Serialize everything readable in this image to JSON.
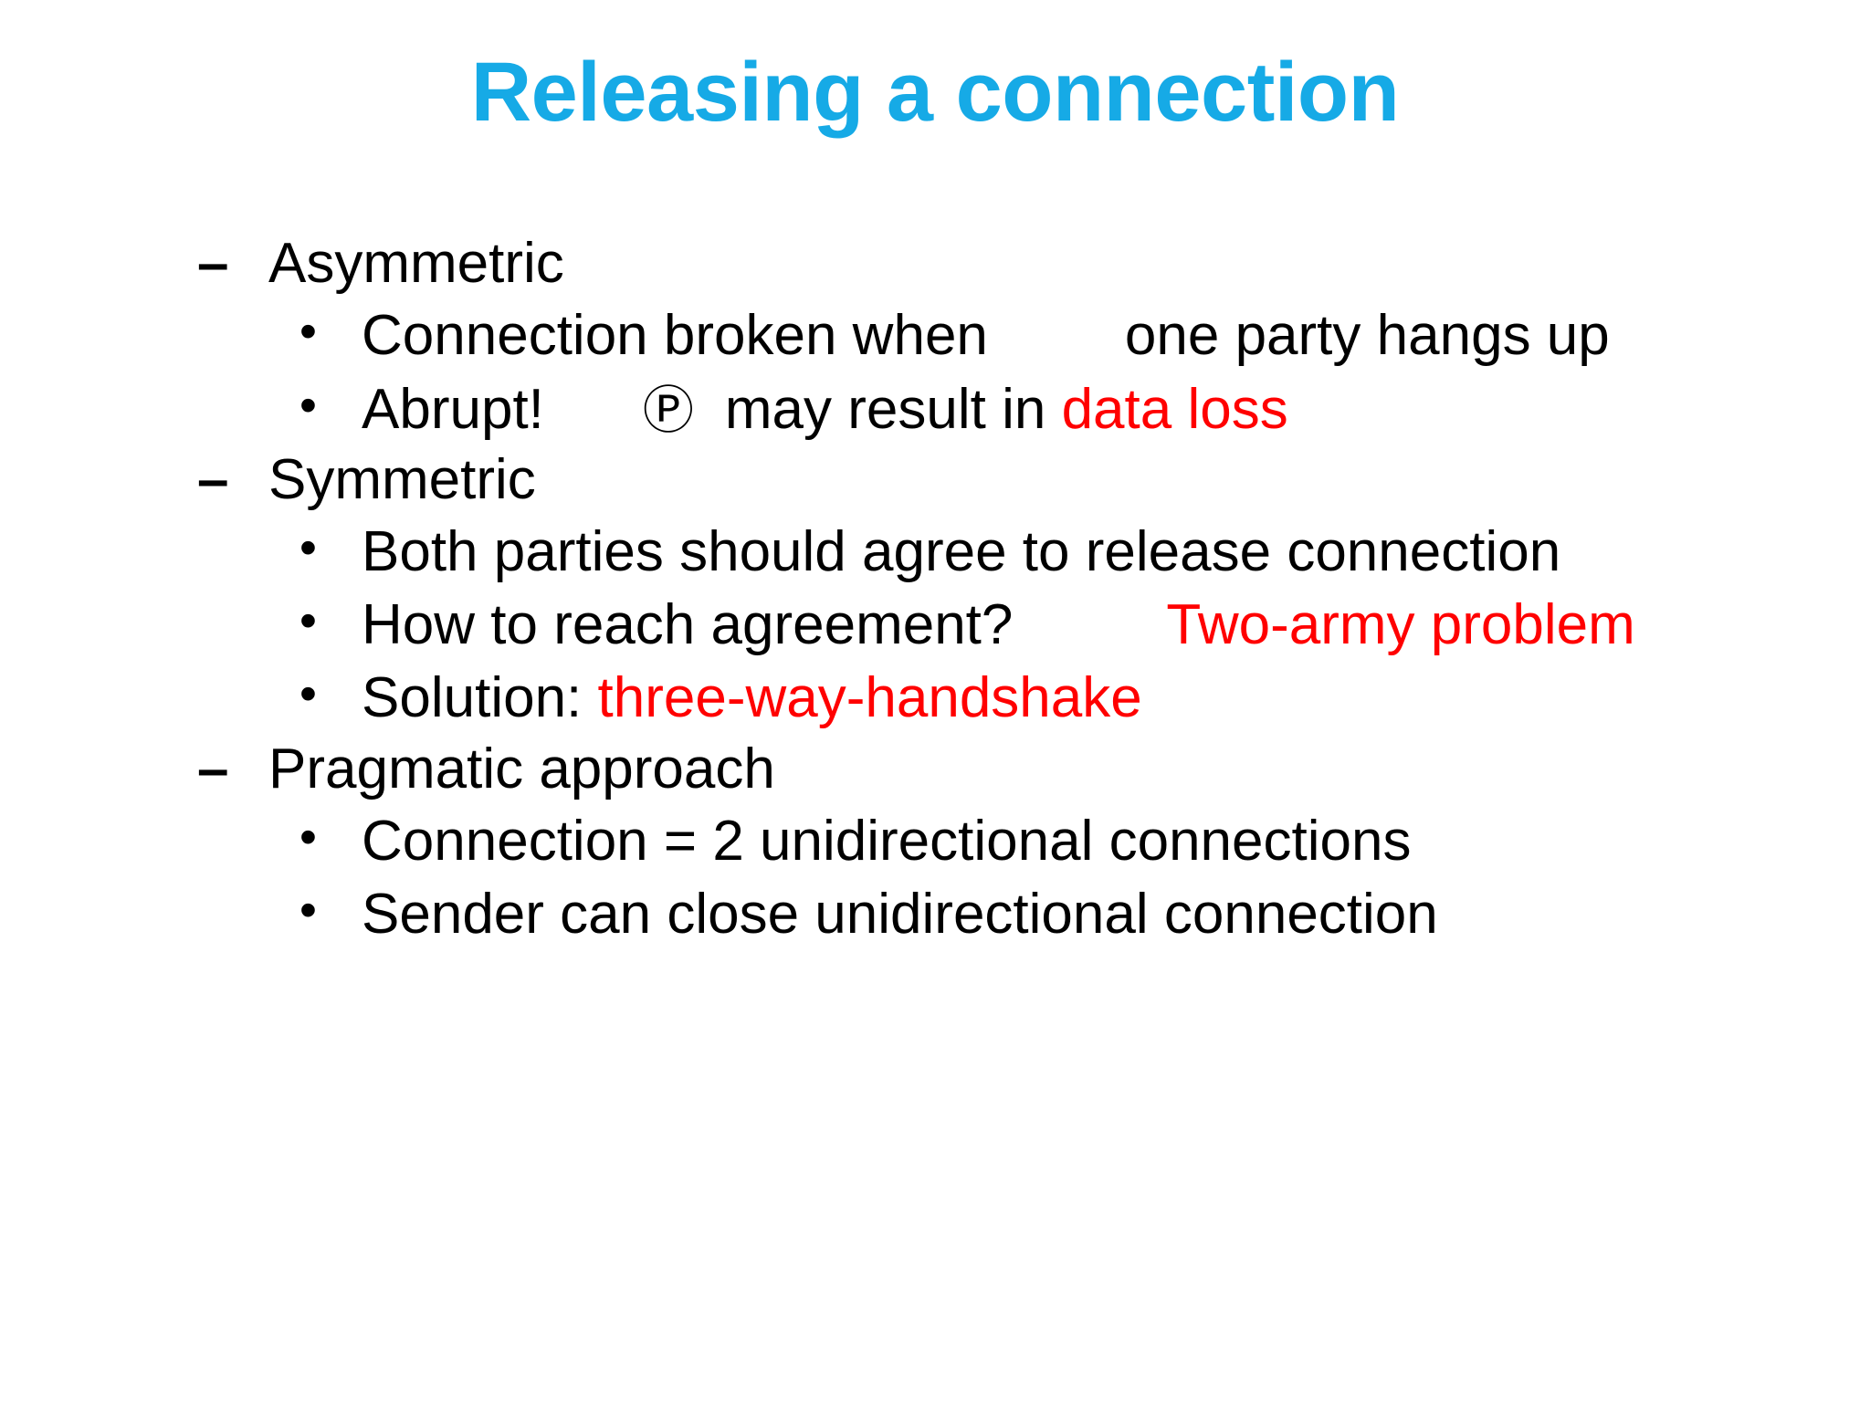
{
  "slide": {
    "title": "Releasing a connection",
    "title_color": "#16AAE6",
    "background_color": "#FFFFFF",
    "text_color": "#000000",
    "highlight_color": "#FF0000",
    "bullet_level1_marker": "–",
    "bullet_level2_marker": "•",
    "content": {
      "asymmetric": {
        "heading": "Asymmetric",
        "b1_text": "Connection broken when",
        "b1_text_cont": "one party hangs up",
        "b2_text": "Abrupt!",
        "b2_symbol": "Ⓟ",
        "b2_text_mid": "may result in ",
        "b2_text_red": "data loss"
      },
      "symmetric": {
        "heading": "Symmetric",
        "b1_text": "Both parties should agree to release connection",
        "b2_text": "How to reach agreement?",
        "b2_text_red": "Two-army problem",
        "b3_text": "Solution: ",
        "b3_text_red": "three-way-handshake"
      },
      "pragmatic": {
        "heading": "Pragmatic approach",
        "b1_text": "Connection = 2 unidirectional connections",
        "b2_text": "Sender can close unidirectional connection"
      }
    }
  }
}
